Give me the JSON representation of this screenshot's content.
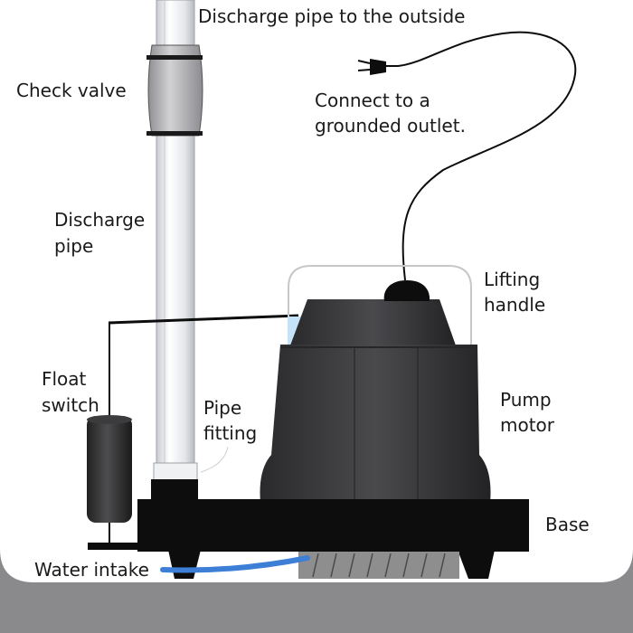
{
  "labels": {
    "discharge_outside": "Discharge pipe to the outside",
    "check_valve": "Check valve",
    "connect_line1": "Connect to a",
    "connect_line2": "grounded outlet.",
    "discharge_pipe_line1": "Discharge",
    "discharge_pipe_line2": "pipe",
    "lifting_line1": "Lifting",
    "lifting_line2": "handle",
    "float_line1": "Float",
    "float_line2": "switch",
    "pipe_fitting_line1": "Pipe",
    "pipe_fitting_line2": "fitting",
    "pump_line1": "Pump",
    "pump_line2": "motor",
    "base": "Base",
    "water_intake": "Water intake"
  },
  "colors": {
    "floor": "#8a8a8c",
    "pump_body": "#3a393b",
    "base": "#0d0d0d",
    "pipe": "#f2f3f5",
    "valve": "#b9b9bc",
    "water_arrow": "#3d7fd6",
    "water_glint": "#c4e2f8",
    "intake_screen": "#8e8e8e"
  }
}
